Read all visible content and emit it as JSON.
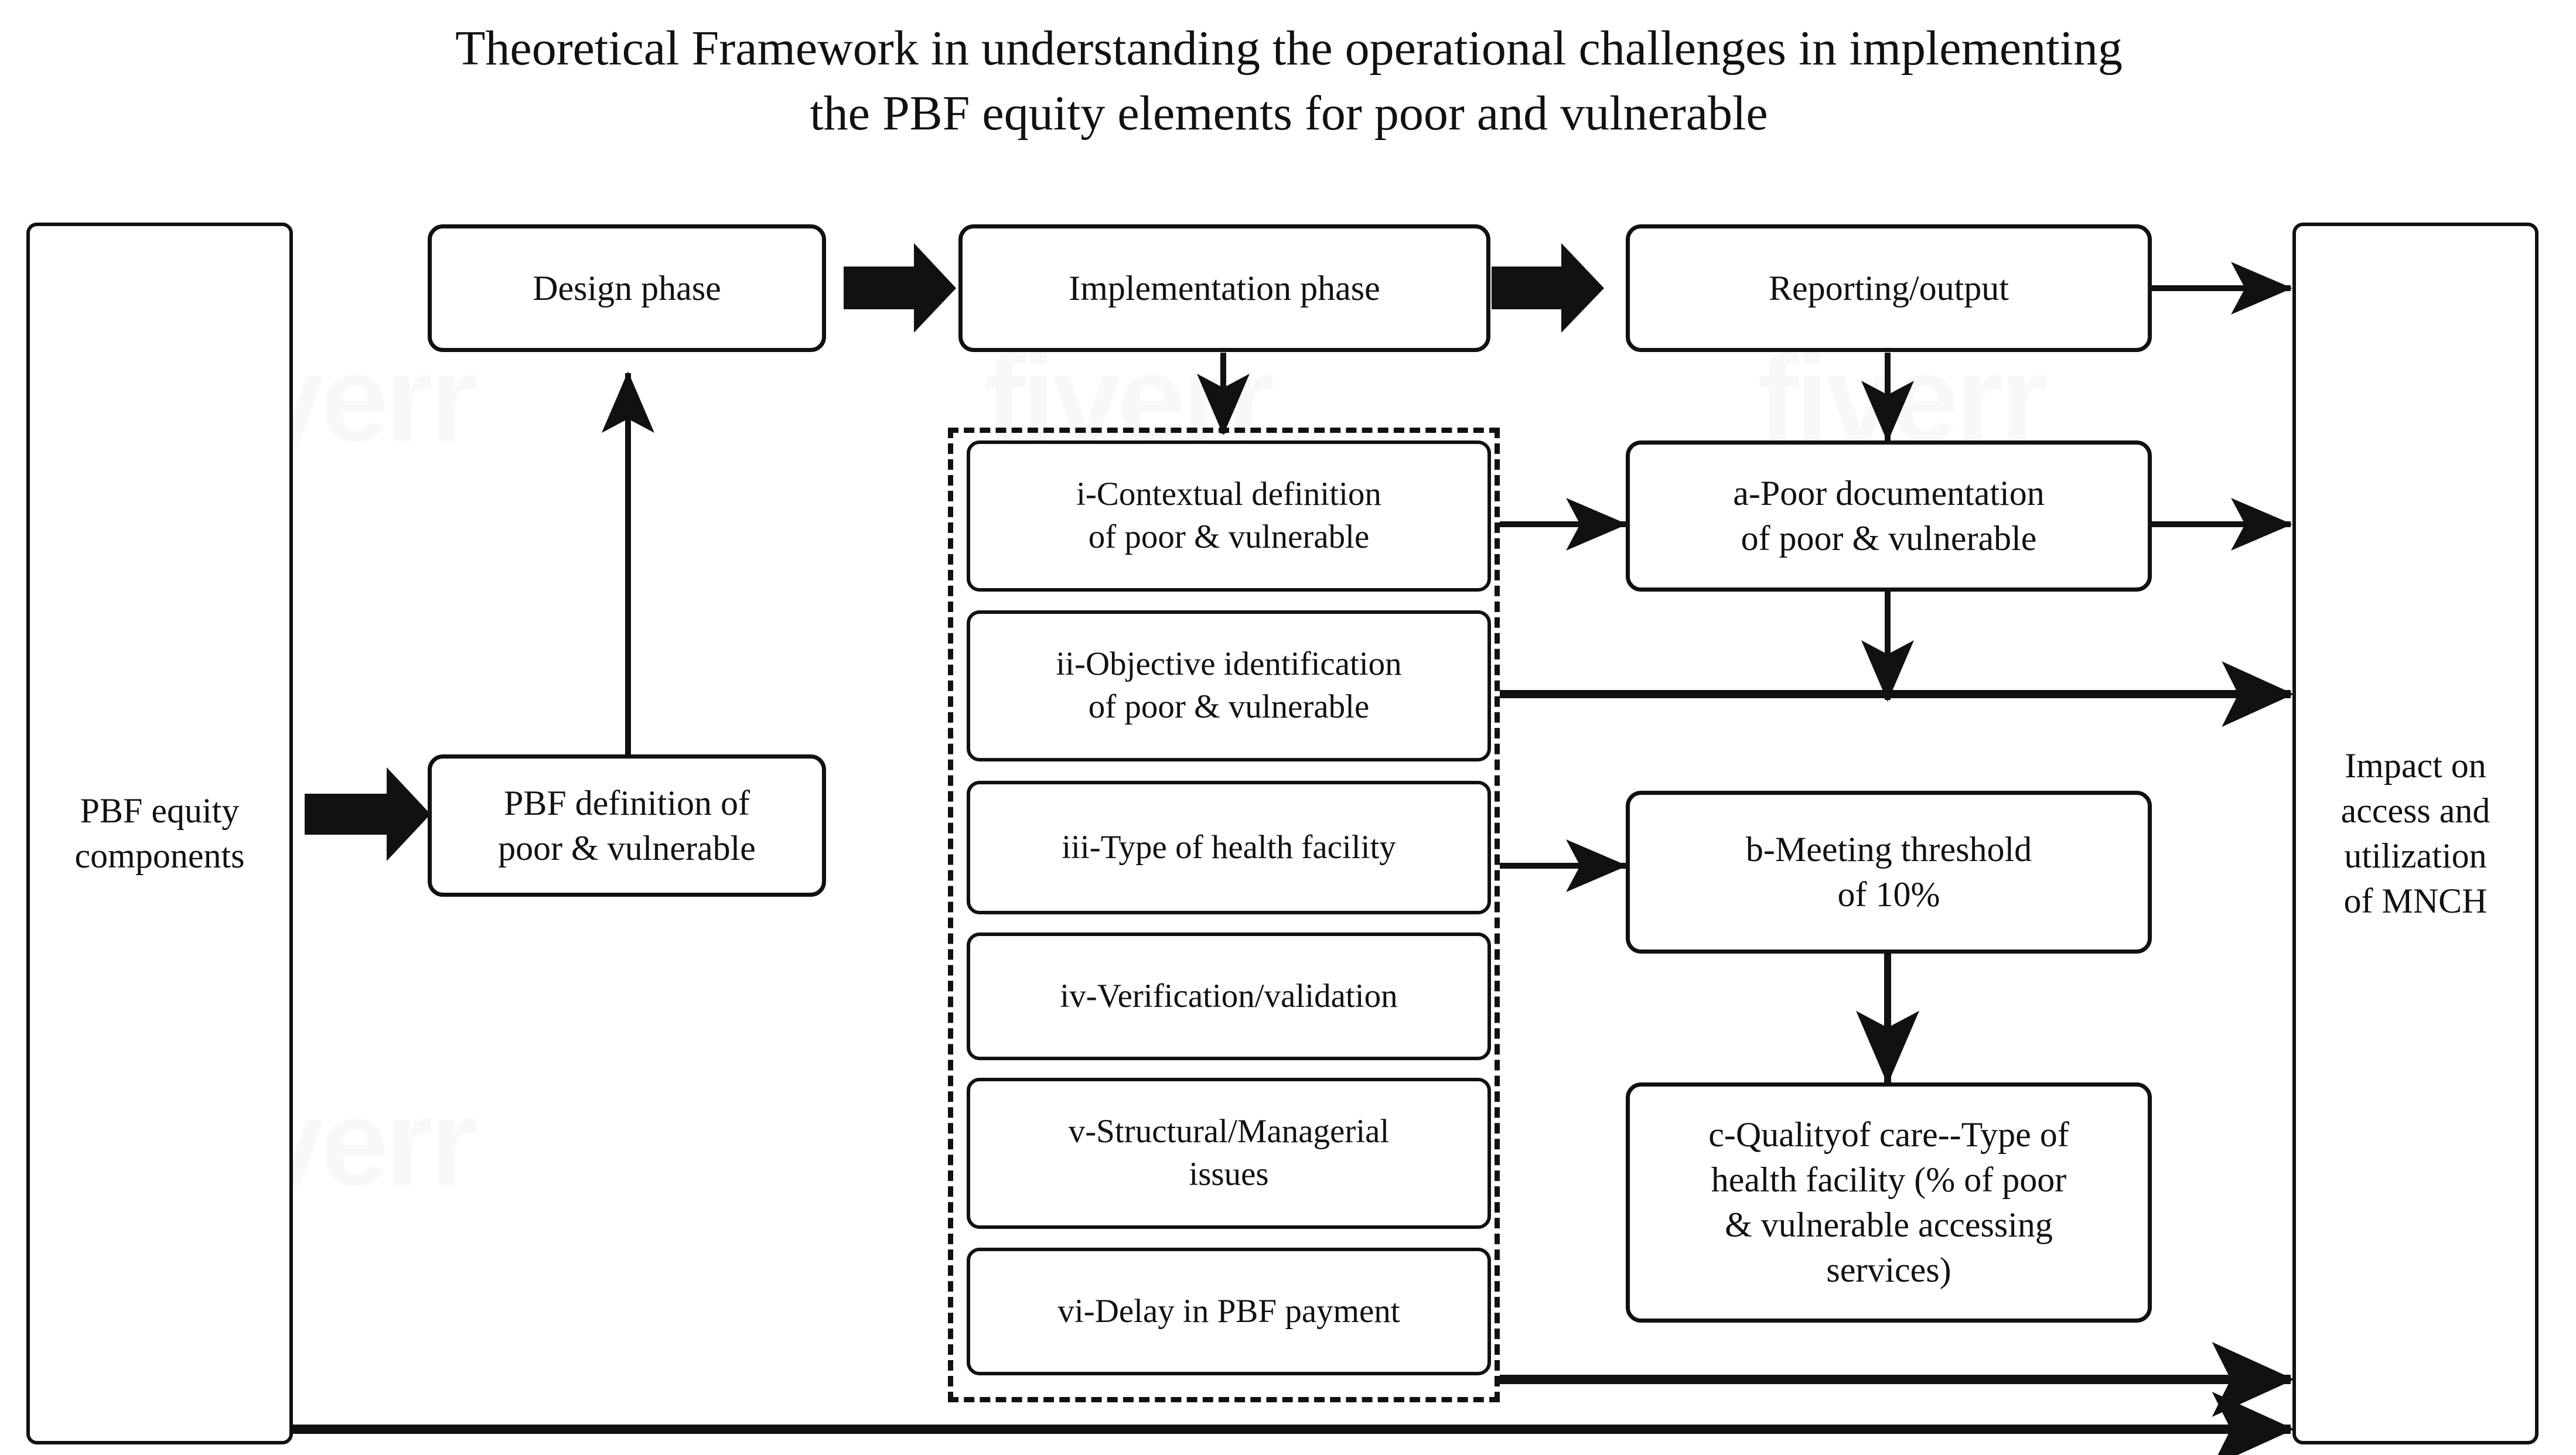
{
  "figure": {
    "title": "Theoretical Framework in understanding the operational challenges in implementing\nthe PBF equity elements for poor and vulnerable",
    "watermark": "fiverr",
    "colors": {
      "stroke": "#111111",
      "background": "#ffffff",
      "text": "#111111"
    }
  },
  "nodes": {
    "equity_components": "PBF equity\ncomponents",
    "design_phase": "Design phase",
    "pbf_definition": "PBF definition of\npoor & vulnerable",
    "implementation_phase": "Implementation phase",
    "reporting_output": "Reporting/output",
    "impact": "Impact on\naccess and\nutilization\nof MNCH"
  },
  "implementation_items": [
    {
      "id": "i",
      "label": "i-Contextual definition\nof poor & vulnerable"
    },
    {
      "id": "ii",
      "label": "ii-Objective identification\nof poor & vulnerable"
    },
    {
      "id": "iii",
      "label": "iii-Type of health facility"
    },
    {
      "id": "iv",
      "label": "iv-Verification/validation"
    },
    {
      "id": "v",
      "label": "v-Structural/Managerial\nissues"
    },
    {
      "id": "vi",
      "label": "vi-Delay in PBF payment"
    }
  ],
  "output_items": [
    {
      "id": "a",
      "label": "a-Poor documentation\nof poor & vulnerable"
    },
    {
      "id": "b",
      "label": "b-Meeting threshold\nof 10%"
    },
    {
      "id": "c",
      "label": "c-Qualityof care--Type of\nhealth facility (% of poor\n& vulnerable accessing\nservices)"
    }
  ],
  "connectors": [
    {
      "from": "equity_components",
      "to": "pbf_definition",
      "style": "block-arrow",
      "direction": "right"
    },
    {
      "from": "pbf_definition",
      "to": "design_phase",
      "style": "thin-arrow",
      "direction": "up"
    },
    {
      "from": "design_phase",
      "to": "implementation_phase",
      "style": "block-arrow",
      "direction": "right"
    },
    {
      "from": "implementation_phase",
      "to": "reporting_output",
      "style": "block-arrow",
      "direction": "right"
    },
    {
      "from": "implementation_phase",
      "to": "item-i-group",
      "style": "thin-arrow",
      "direction": "down"
    },
    {
      "from": "reporting_output",
      "to": "impact",
      "style": "thin-arrow",
      "direction": "right"
    },
    {
      "from": "reporting_output",
      "to": "a",
      "style": "thin-arrow",
      "direction": "down"
    },
    {
      "from": "i",
      "to": "a",
      "style": "thin-arrow",
      "direction": "right"
    },
    {
      "from": "a",
      "to": "impact",
      "style": "thin-arrow",
      "direction": "right"
    },
    {
      "from": "a",
      "to": "ii-row",
      "style": "thin-arrow",
      "direction": "down"
    },
    {
      "from": "ii",
      "to": "impact",
      "style": "thin-arrow",
      "direction": "right"
    },
    {
      "from": "iii",
      "to": "b",
      "style": "thin-arrow",
      "direction": "right"
    },
    {
      "from": "b",
      "to": "c",
      "style": "thin-arrow",
      "direction": "both-vertical"
    },
    {
      "from": "vi",
      "to": "impact",
      "style": "thin-arrow",
      "direction": "right"
    },
    {
      "from": "equity_components",
      "to": "impact",
      "style": "thin-arrow",
      "direction": "right-bottom"
    }
  ]
}
